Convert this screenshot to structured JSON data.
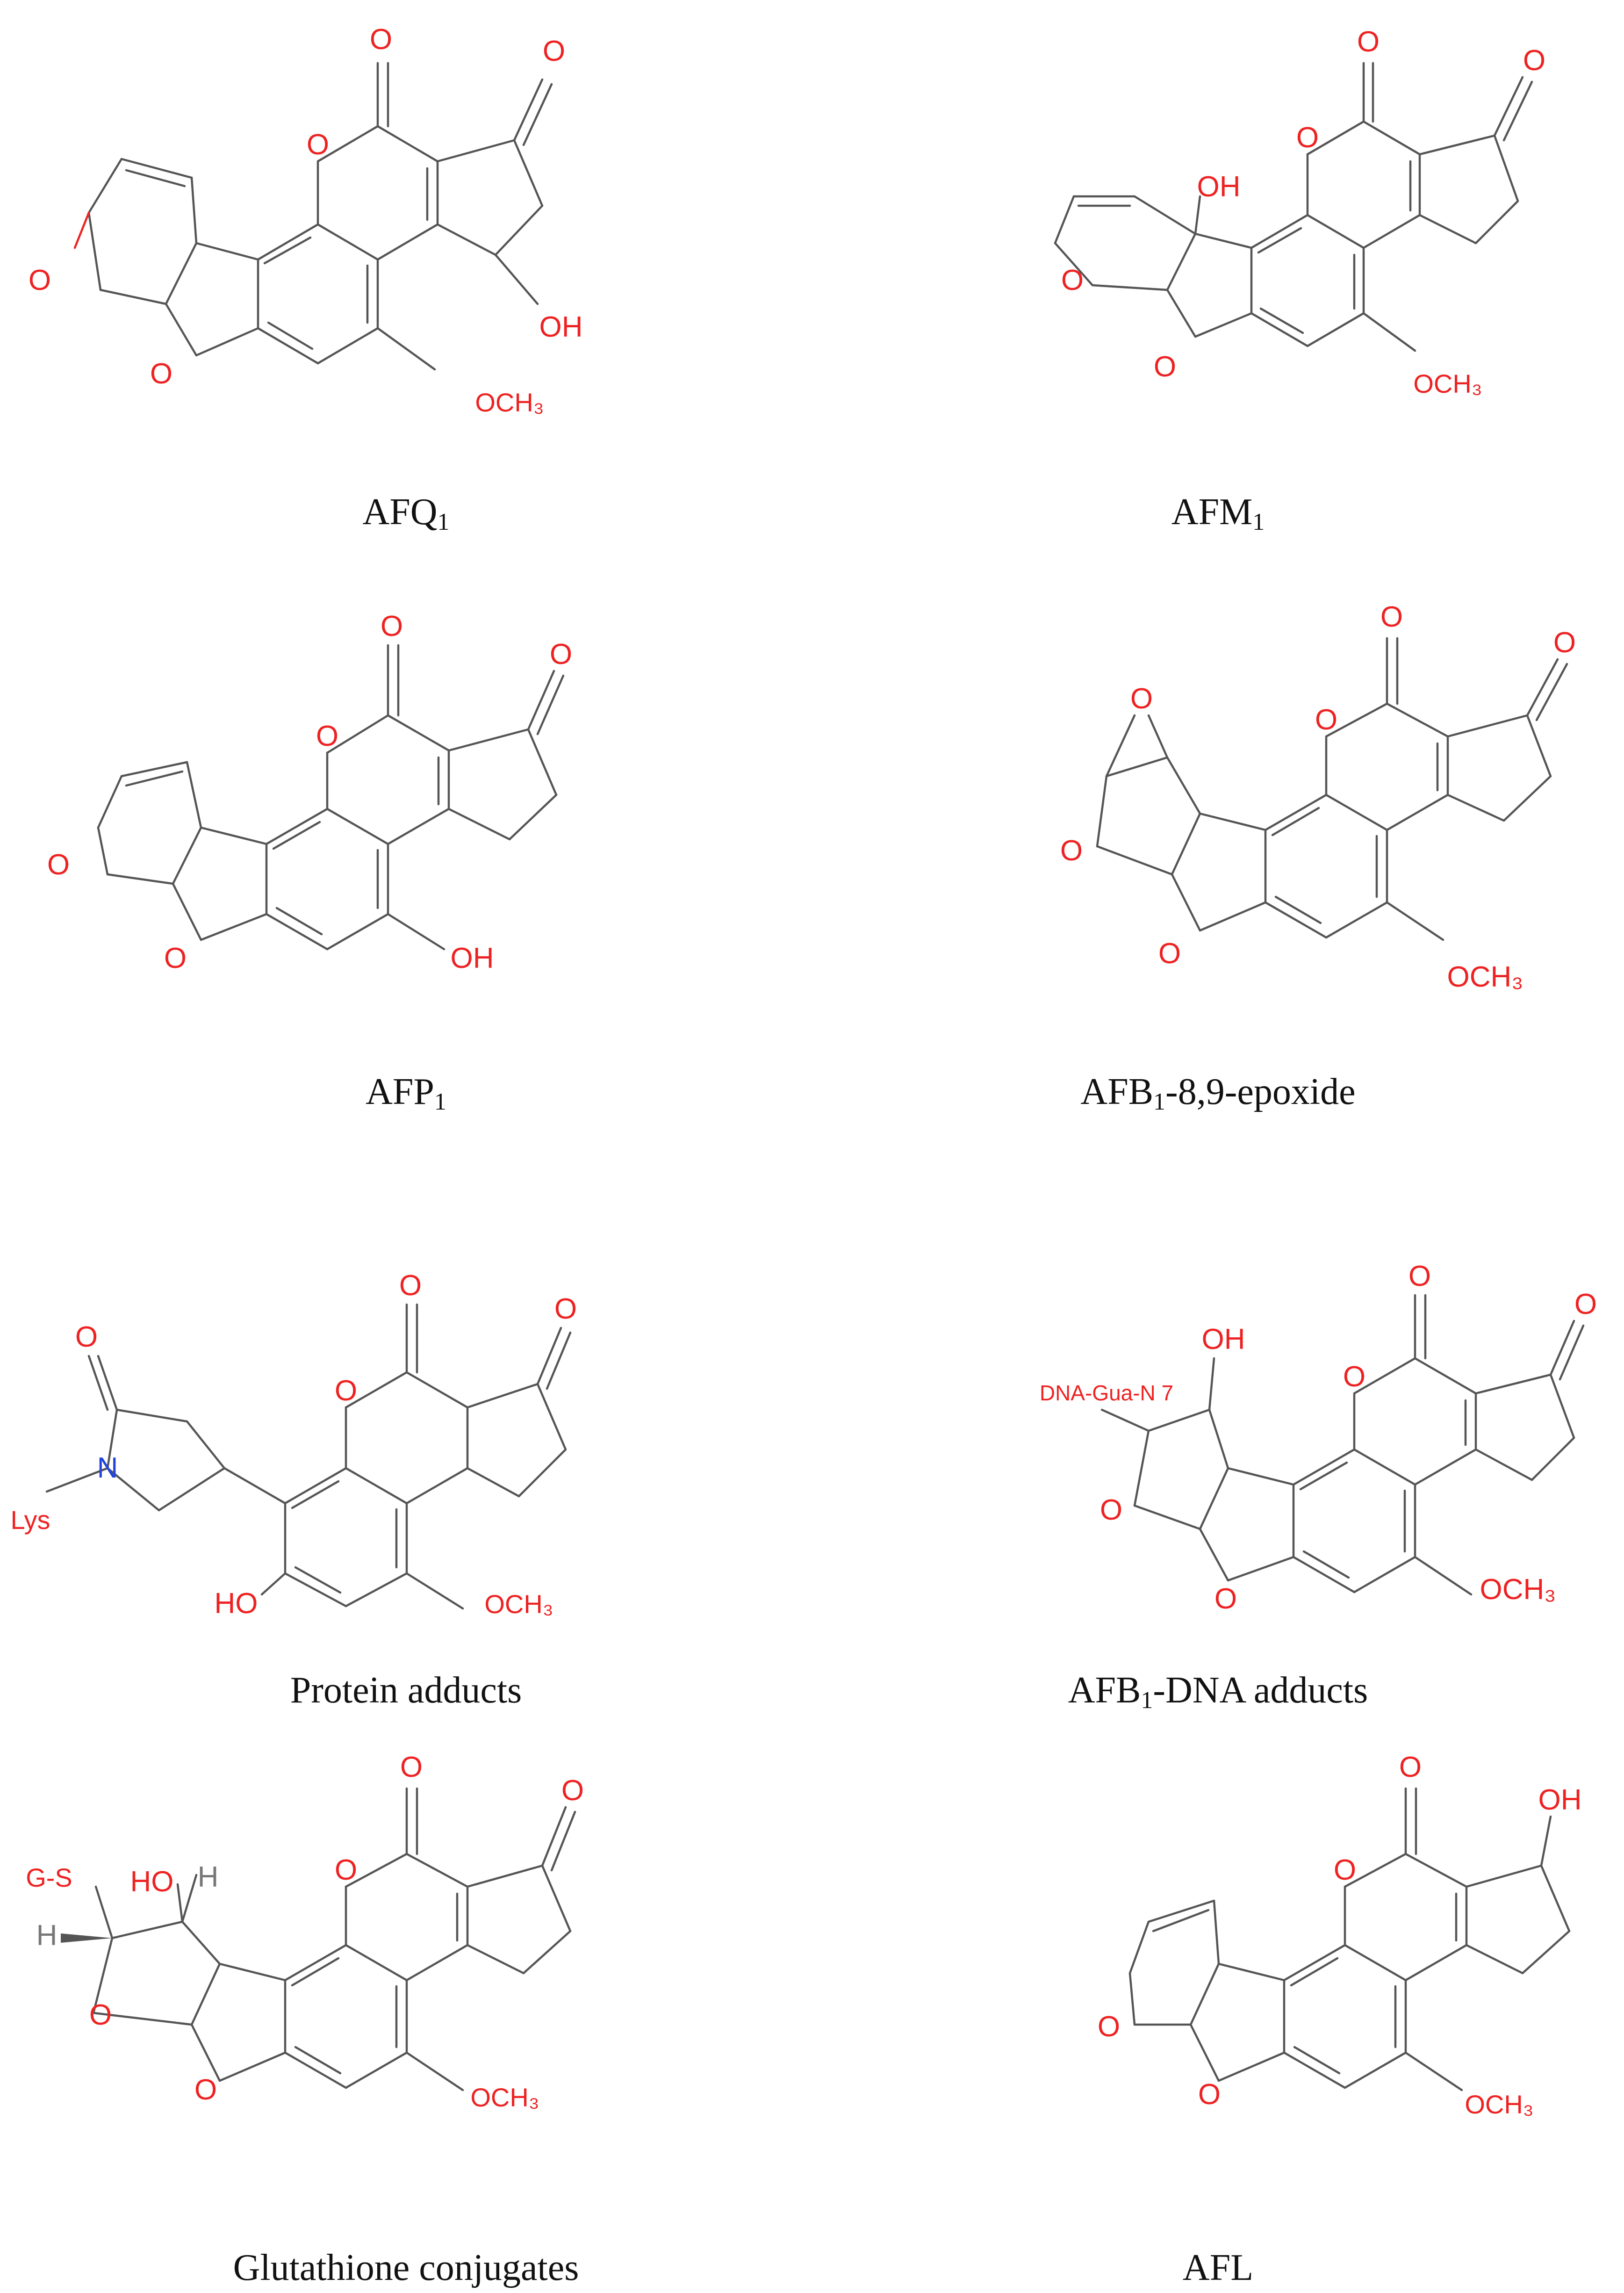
{
  "captions": {
    "afq1": {
      "base": "AFQ",
      "sub": "1",
      "tail": ""
    },
    "afm1": {
      "base": "AFM",
      "sub": "1",
      "tail": ""
    },
    "afp1": {
      "base": "AFP",
      "sub": "1",
      "tail": ""
    },
    "epoxide": {
      "base": "AFB",
      "sub": "1",
      "tail": "-8,9-epoxide"
    },
    "protein": {
      "base": "Protein adducts",
      "sub": "",
      "tail": ""
    },
    "dna": {
      "base": "AFB",
      "sub": "1",
      "tail": "-DNA adducts"
    },
    "glutathione": {
      "base": "Glutathione conjugates",
      "sub": "",
      "tail": ""
    },
    "afl": {
      "base": "AFL",
      "sub": "",
      "tail": ""
    }
  },
  "atom_labels": {
    "O": "O",
    "OH": "OH",
    "HO": "HO",
    "OCH3": "OCH₃",
    "N": "N",
    "H": "H",
    "lys": "Lys",
    "dna_gua": "DNA-Gua-N 7",
    "gs": "G-S"
  },
  "colors": {
    "bond": "#555555",
    "oxygen": "#ee2222",
    "nitrogen": "#2244dd",
    "hydrogen": "#777777",
    "caption": "#111111"
  }
}
